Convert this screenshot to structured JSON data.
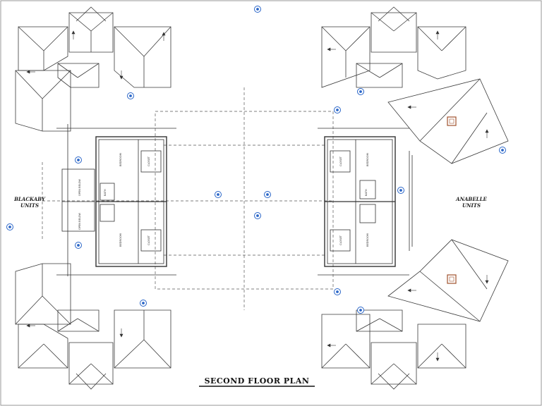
{
  "plan": {
    "title": "SECOND FLOOR PLAN",
    "left_building_label": [
      "BLACKABY",
      "UNITS"
    ],
    "right_building_label": [
      "ANABELLE",
      "UNITS"
    ],
    "room_tags": [
      "BEDROOM",
      "BEDROOM",
      "CLOSET",
      "CLOSET",
      "BEDROOM",
      "BEDROOM",
      "CLOSET",
      "CLOSET",
      "BATH",
      "BATH",
      "OPEN BELOW",
      "OPEN BELOW"
    ]
  },
  "colors": {
    "line": "#3a3a3a",
    "marker": "#2a66c8",
    "chimney": "#a0522d"
  },
  "icons": [
    "grid-marker-icon",
    "north-arrow-icon",
    "chimney-icon"
  ]
}
